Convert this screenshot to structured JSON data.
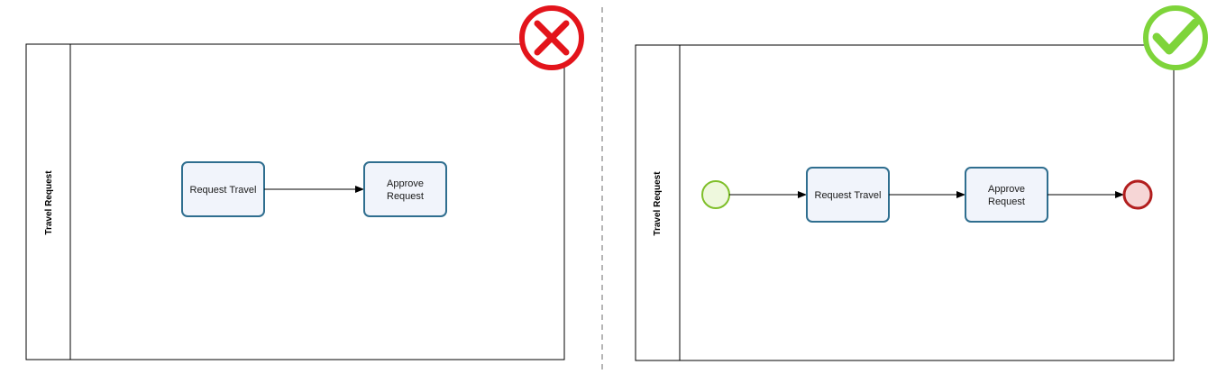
{
  "colors": {
    "task_fill": "#f1f4fb",
    "task_stroke": "#2f6e8f",
    "start_fill": "#eef8dd",
    "start_stroke": "#7fbf2a",
    "end_fill": "#f6d6d6",
    "end_stroke": "#b21e1e",
    "wrong_badge": "#e3141b",
    "correct_badge": "#7ed43a",
    "divider": "#b5b5b5"
  },
  "wrong_example": {
    "badge_icon": "x-mark-icon",
    "pool_label": "Travel Request",
    "tasks": [
      {
        "label": "Request Travel"
      },
      {
        "label": "Approve Request"
      }
    ]
  },
  "correct_example": {
    "badge_icon": "check-mark-icon",
    "pool_label": "Travel Request",
    "tasks": [
      {
        "label": "Request Travel"
      },
      {
        "label": "Approve Request"
      }
    ]
  }
}
